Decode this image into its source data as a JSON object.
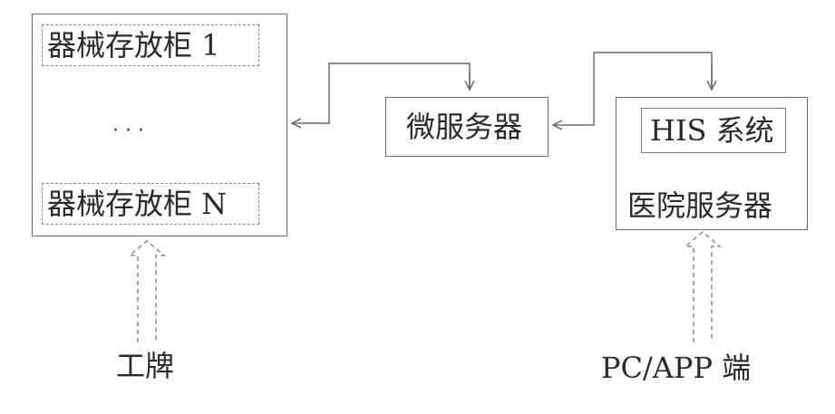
{
  "nodes": {
    "cabinet_group": {
      "dots": "· · ·"
    },
    "cabinet_1": {
      "label": "器械存放柜 1"
    },
    "cabinet_n": {
      "label": "器械存放柜 N"
    },
    "micro_server": {
      "label": "微服务器"
    },
    "hospital_server": {
      "label": "医院服务器"
    },
    "his_system": {
      "label": "HIS 系统"
    },
    "work_badge": {
      "label": "工牌"
    },
    "pc_app": {
      "label": "PC/APP 端"
    }
  },
  "colors": {
    "line": "#6a6a6a",
    "dashed": "#8a8a8a",
    "text": "#2a2a2a"
  }
}
